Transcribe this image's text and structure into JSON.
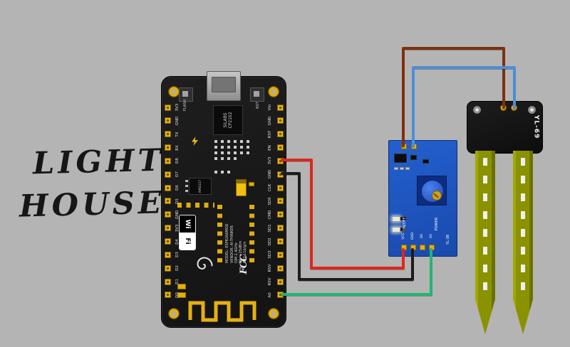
{
  "background_color": "#b4b4b4",
  "title": {
    "line1": "LIGHT",
    "line2": "HOUSE"
  },
  "nodemcu": {
    "name": "NodeMCU ESP8266 dev board",
    "flash_button_label": "FLASH",
    "rst_button_label": "RST",
    "usb_chip_label": "SILABS\nCP2102",
    "regulator_label": "AM1117",
    "wifi_logo_top": "Wi",
    "wifi_logo_bottom": "Fi",
    "fcc_label": "FCC",
    "module_lines": [
      "MODEL: ESP8266MOD",
      "VENDOR: AI-THINKER",
      "ISM 2.4GHz",
      "PA: +25dBm",
      "802.11b/g/n"
    ],
    "left_pins": [
      "3V3",
      "GND",
      "TX",
      "RX",
      "D8",
      "D7",
      "D6",
      "D5",
      "GND",
      "3V3",
      "D4",
      "D3",
      "D2",
      "D1",
      "D0"
    ],
    "right_pins": [
      "Vin",
      "GND",
      "RST",
      "EN",
      "3V3",
      "GND",
      "CLK",
      "SD0",
      "CMD",
      "SD1",
      "SD2",
      "SD3",
      "RSV",
      "RSV",
      "A0"
    ]
  },
  "sensor": {
    "name": "Soil moisture comparator module",
    "onoff_label": "ON/OFF",
    "power_label": "POWER",
    "model_label": "YL-38",
    "bottom_pins": [
      "VCC",
      "GND",
      "D0",
      "A0"
    ]
  },
  "probe": {
    "label": "YL-69"
  },
  "wires": [
    {
      "id": "red",
      "color": "#e0261c",
      "from": "NodeMCU 3V3",
      "to": "Sensor VCC"
    },
    {
      "id": "black",
      "color": "#1c1c1c",
      "from": "NodeMCU GND",
      "to": "Sensor GND"
    },
    {
      "id": "green",
      "color": "#23b573",
      "from": "NodeMCU A0",
      "to": "Sensor A0"
    },
    {
      "id": "brown",
      "color": "#7e2f0e",
      "from": "Sensor probe pin 1",
      "to": "YL-69 pin 1"
    },
    {
      "id": "blue",
      "color": "#4b8fd6",
      "from": "Sensor probe pin 2",
      "to": "YL-69 pin 2"
    }
  ]
}
